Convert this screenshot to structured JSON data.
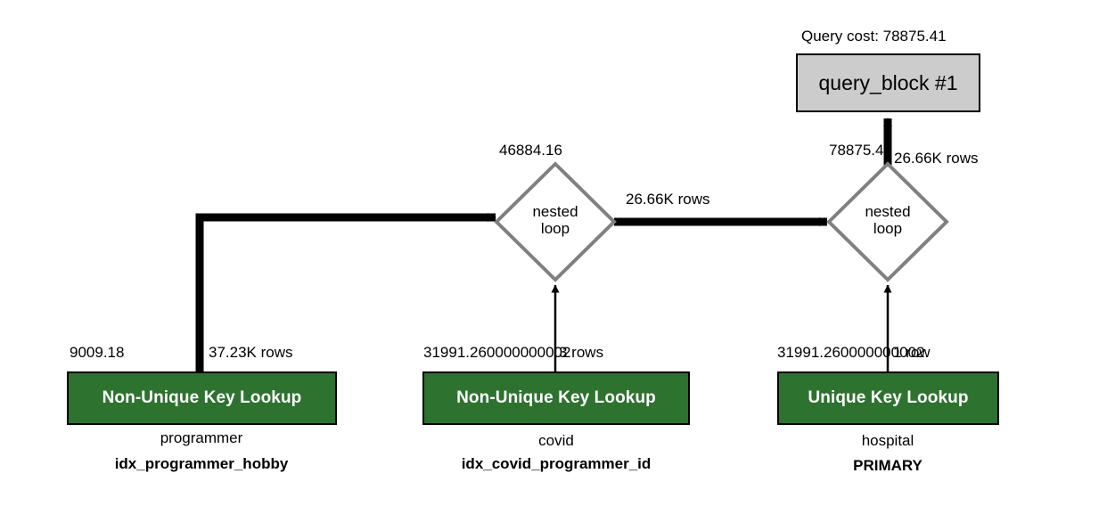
{
  "diagram": {
    "title_label": "Query cost: 78875.41",
    "query_block": {
      "label": "query_block #1"
    },
    "joins": [
      {
        "id": "nested-loop-1",
        "line1": "nested",
        "line2": "loop",
        "cost": "46884.16",
        "out_rows": "26.66K rows"
      },
      {
        "id": "nested-loop-2",
        "line1": "nested",
        "line2": "loop",
        "cost": "78875.41",
        "out_rows": "26.66K rows"
      }
    ],
    "tables": [
      {
        "id": "programmer",
        "access": "Non-Unique Key Lookup",
        "table": "programmer",
        "index": "idx_programmer_hobby",
        "cost": "9009.18",
        "rows": "37.23K rows"
      },
      {
        "id": "covid",
        "access": "Non-Unique Key Lookup",
        "table": "covid",
        "index": "idx_covid_programmer_id",
        "cost": "31991.260000000002",
        "rows": "3 rows"
      },
      {
        "id": "hospital",
        "access": "Unique Key Lookup",
        "table": "hospital",
        "index": "PRIMARY",
        "cost": "31991.260000000002",
        "rows": "1 row"
      }
    ],
    "colors": {
      "table_fill": "#2e7230",
      "query_fill": "#cccccc",
      "diamond_stroke": "#808080",
      "edge": "#000000",
      "border": "#000000"
    }
  }
}
